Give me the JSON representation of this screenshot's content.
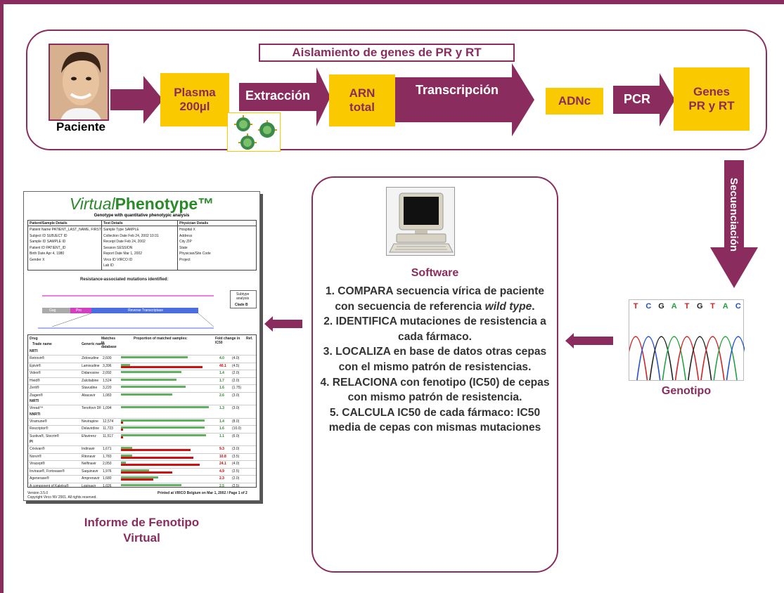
{
  "header": {
    "title": "Aislamiento de genes de PR y RT"
  },
  "patient": {
    "label": "Paciente"
  },
  "flow": {
    "plasma": [
      "Plasma",
      "200µl"
    ],
    "extraccion": "Extracción",
    "arn": [
      "ARN",
      "total"
    ],
    "transcripcion": "Transcripción",
    "adnc": "ADNc",
    "pcr": "PCR",
    "genes": [
      "Genes",
      "PR y RT"
    ],
    "secuenciacion": "Secuenciación"
  },
  "genotype": {
    "label": "Genotipo",
    "bases": [
      "T",
      "C",
      "G",
      "A",
      "T",
      "G",
      "T",
      "A",
      "C"
    ]
  },
  "software": {
    "label": "Software",
    "steps": [
      "1. COMPARA secuencia vírica de paciente con secuencia de referencia",
      "wild type",
      ".",
      "2. IDENTIFICA mutaciones de resistencia a cada fármaco.",
      "3. LOCALIZA en base de datos otras cepas con el mismo patrón de resistencias.",
      "4. RELACIONA con fenotipo (IC50) de cepas con mismo patrón de resistencia.",
      "5. CALCULA IC50 de cada fármaco: IC50 media de cepas con mismas mutaciones"
    ]
  },
  "report": {
    "caption": [
      "Informe de Fenotipo",
      "Virtual"
    ],
    "title_italic": "Virtual",
    "title_bold": "Phenotype™",
    "subtitle": "Genotype with quantitative phenotypic analysis",
    "section_headers": [
      "Patient/Sample Details",
      "Test Details",
      "Physician Details"
    ],
    "patient_lines": [
      "Patient Name  PATIENT_LAST_NAME, FIRST",
      "Subject ID    SUBJECT ID",
      "Sample ID     SAMPLE ID",
      "Patient ID    PATIENT_ID",
      "Birth Date    Apr 4, 1980",
      "Gender        X"
    ],
    "test_lines": [
      "Sample Type    SAMPLE",
      "Collection Date  Feb 24, 2002 10:31",
      "Receipt Date   Feb 24, 2002",
      "Session        SESSION",
      "Report Date    Mar 1, 2002",
      "Virco ID       VIRCO ID",
      "Lab ID"
    ],
    "physician_lines": [
      "Hospital X",
      "Address",
      "City  ZIP",
      "State",
      "Physician/Site Code",
      "Project"
    ],
    "mutations_title": "Resistance-associated mutations identified:",
    "subtype": [
      "Subtype",
      "analysis",
      "Clade B"
    ],
    "gene_labels": [
      "Gag",
      "Pro",
      "Reverse Transcriptase"
    ],
    "table_headers": [
      "Drug",
      "Trade name",
      "Generic name",
      "Matches in database",
      "Proportion of matched samples:",
      "Fold change in IC50",
      "Ref."
    ],
    "groups": [
      "NRTI",
      "NtRTI",
      "NNRTI",
      "PI"
    ],
    "drugs": [
      {
        "trade": "Retrovir®",
        "generic": "Zidovudine",
        "matches": "2,600",
        "fc": "4.0",
        "cut": "(4.0)",
        "g": 0.72,
        "r": 0.0
      },
      {
        "trade": "Epivir®",
        "generic": "Lamivudine",
        "matches": "3,396",
        "fc": "40.1",
        "cut": "(4.5)",
        "g": 0.1,
        "r": 0.88
      },
      {
        "trade": "Videx®",
        "generic": "Didanosine",
        "matches": "2,092",
        "fc": "1.4",
        "cut": "(2.0)",
        "g": 0.65,
        "r": 0.0
      },
      {
        "trade": "Hivid®",
        "generic": "Zalcitabine",
        "matches": "1,524",
        "fc": "1.7",
        "cut": "(2.0)",
        "g": 0.6,
        "r": 0.0
      },
      {
        "trade": "Zerit®",
        "generic": "Stavudine",
        "matches": "3,220",
        "fc": "1.6",
        "cut": "(1.75)",
        "g": 0.7,
        "r": 0.0
      },
      {
        "trade": "Ziagen®",
        "generic": "Abacavir",
        "matches": "1,083",
        "fc": "2.6",
        "cut": "(3.0)",
        "g": 0.55,
        "r": 0.0
      },
      {
        "trade": "Viread™",
        "generic": "Tenofovir DF",
        "matches": "1,094",
        "fc": "1.3",
        "cut": "(3.0)",
        "g": 0.95,
        "r": 0.0
      },
      {
        "trade": "Viramune®",
        "generic": "Nevirapine",
        "matches": "12,574",
        "fc": "1.4",
        "cut": "(8.0)",
        "g": 0.9,
        "r": 0.02
      },
      {
        "trade": "Rescriptor®",
        "generic": "Delavirdine",
        "matches": "11,723",
        "fc": "1.6",
        "cut": "(10.0)",
        "g": 0.9,
        "r": 0.02
      },
      {
        "trade": "Sustiva®, Stocrin®",
        "generic": "Efavirenz",
        "matches": "11,517",
        "fc": "1.1",
        "cut": "(6.0)",
        "g": 0.92,
        "r": 0.02
      },
      {
        "trade": "Crixivan®",
        "generic": "Indinavir",
        "matches": "1,671",
        "fc": "9.3",
        "cut": "(3.0)",
        "g": 0.12,
        "r": 0.75
      },
      {
        "trade": "Norvir®",
        "generic": "Ritonavir",
        "matches": "1,783",
        "fc": "10.8",
        "cut": "(3.5)",
        "g": 0.12,
        "r": 0.78
      },
      {
        "trade": "Viracept®",
        "generic": "Nelfinavir",
        "matches": "2,050",
        "fc": "24.1",
        "cut": "(4.0)",
        "g": 0.05,
        "r": 0.85
      },
      {
        "trade": "Invirase®, Fortovase®",
        "generic": "Saquinavir",
        "matches": "1,976",
        "fc": "4.9",
        "cut": "(2.5)",
        "g": 0.3,
        "r": 0.55
      },
      {
        "trade": "Agenerase®",
        "generic": "Amprenavir",
        "matches": "1,680",
        "fc": "2.3",
        "cut": "(2.0)",
        "g": 0.4,
        "r": 0.35
      },
      {
        "trade": "A component of Kaletra®",
        "generic": "Lopinavir",
        "matches": "1,026",
        "fc": "2.5",
        "cut": "(2.5)",
        "g": 0.65,
        "r": 0.0
      }
    ],
    "footer_left": [
      "Version 3.5.0",
      "Copyright Virco NV 2001.  All rights reserved."
    ],
    "footer_right": "Printed at VIRCO Belgium on Mar 1, 2002 / Page 1 of 2"
  },
  "colors": {
    "accent": "#8b2c5e",
    "box": "#fbc900",
    "green": "#2a8a2a"
  }
}
